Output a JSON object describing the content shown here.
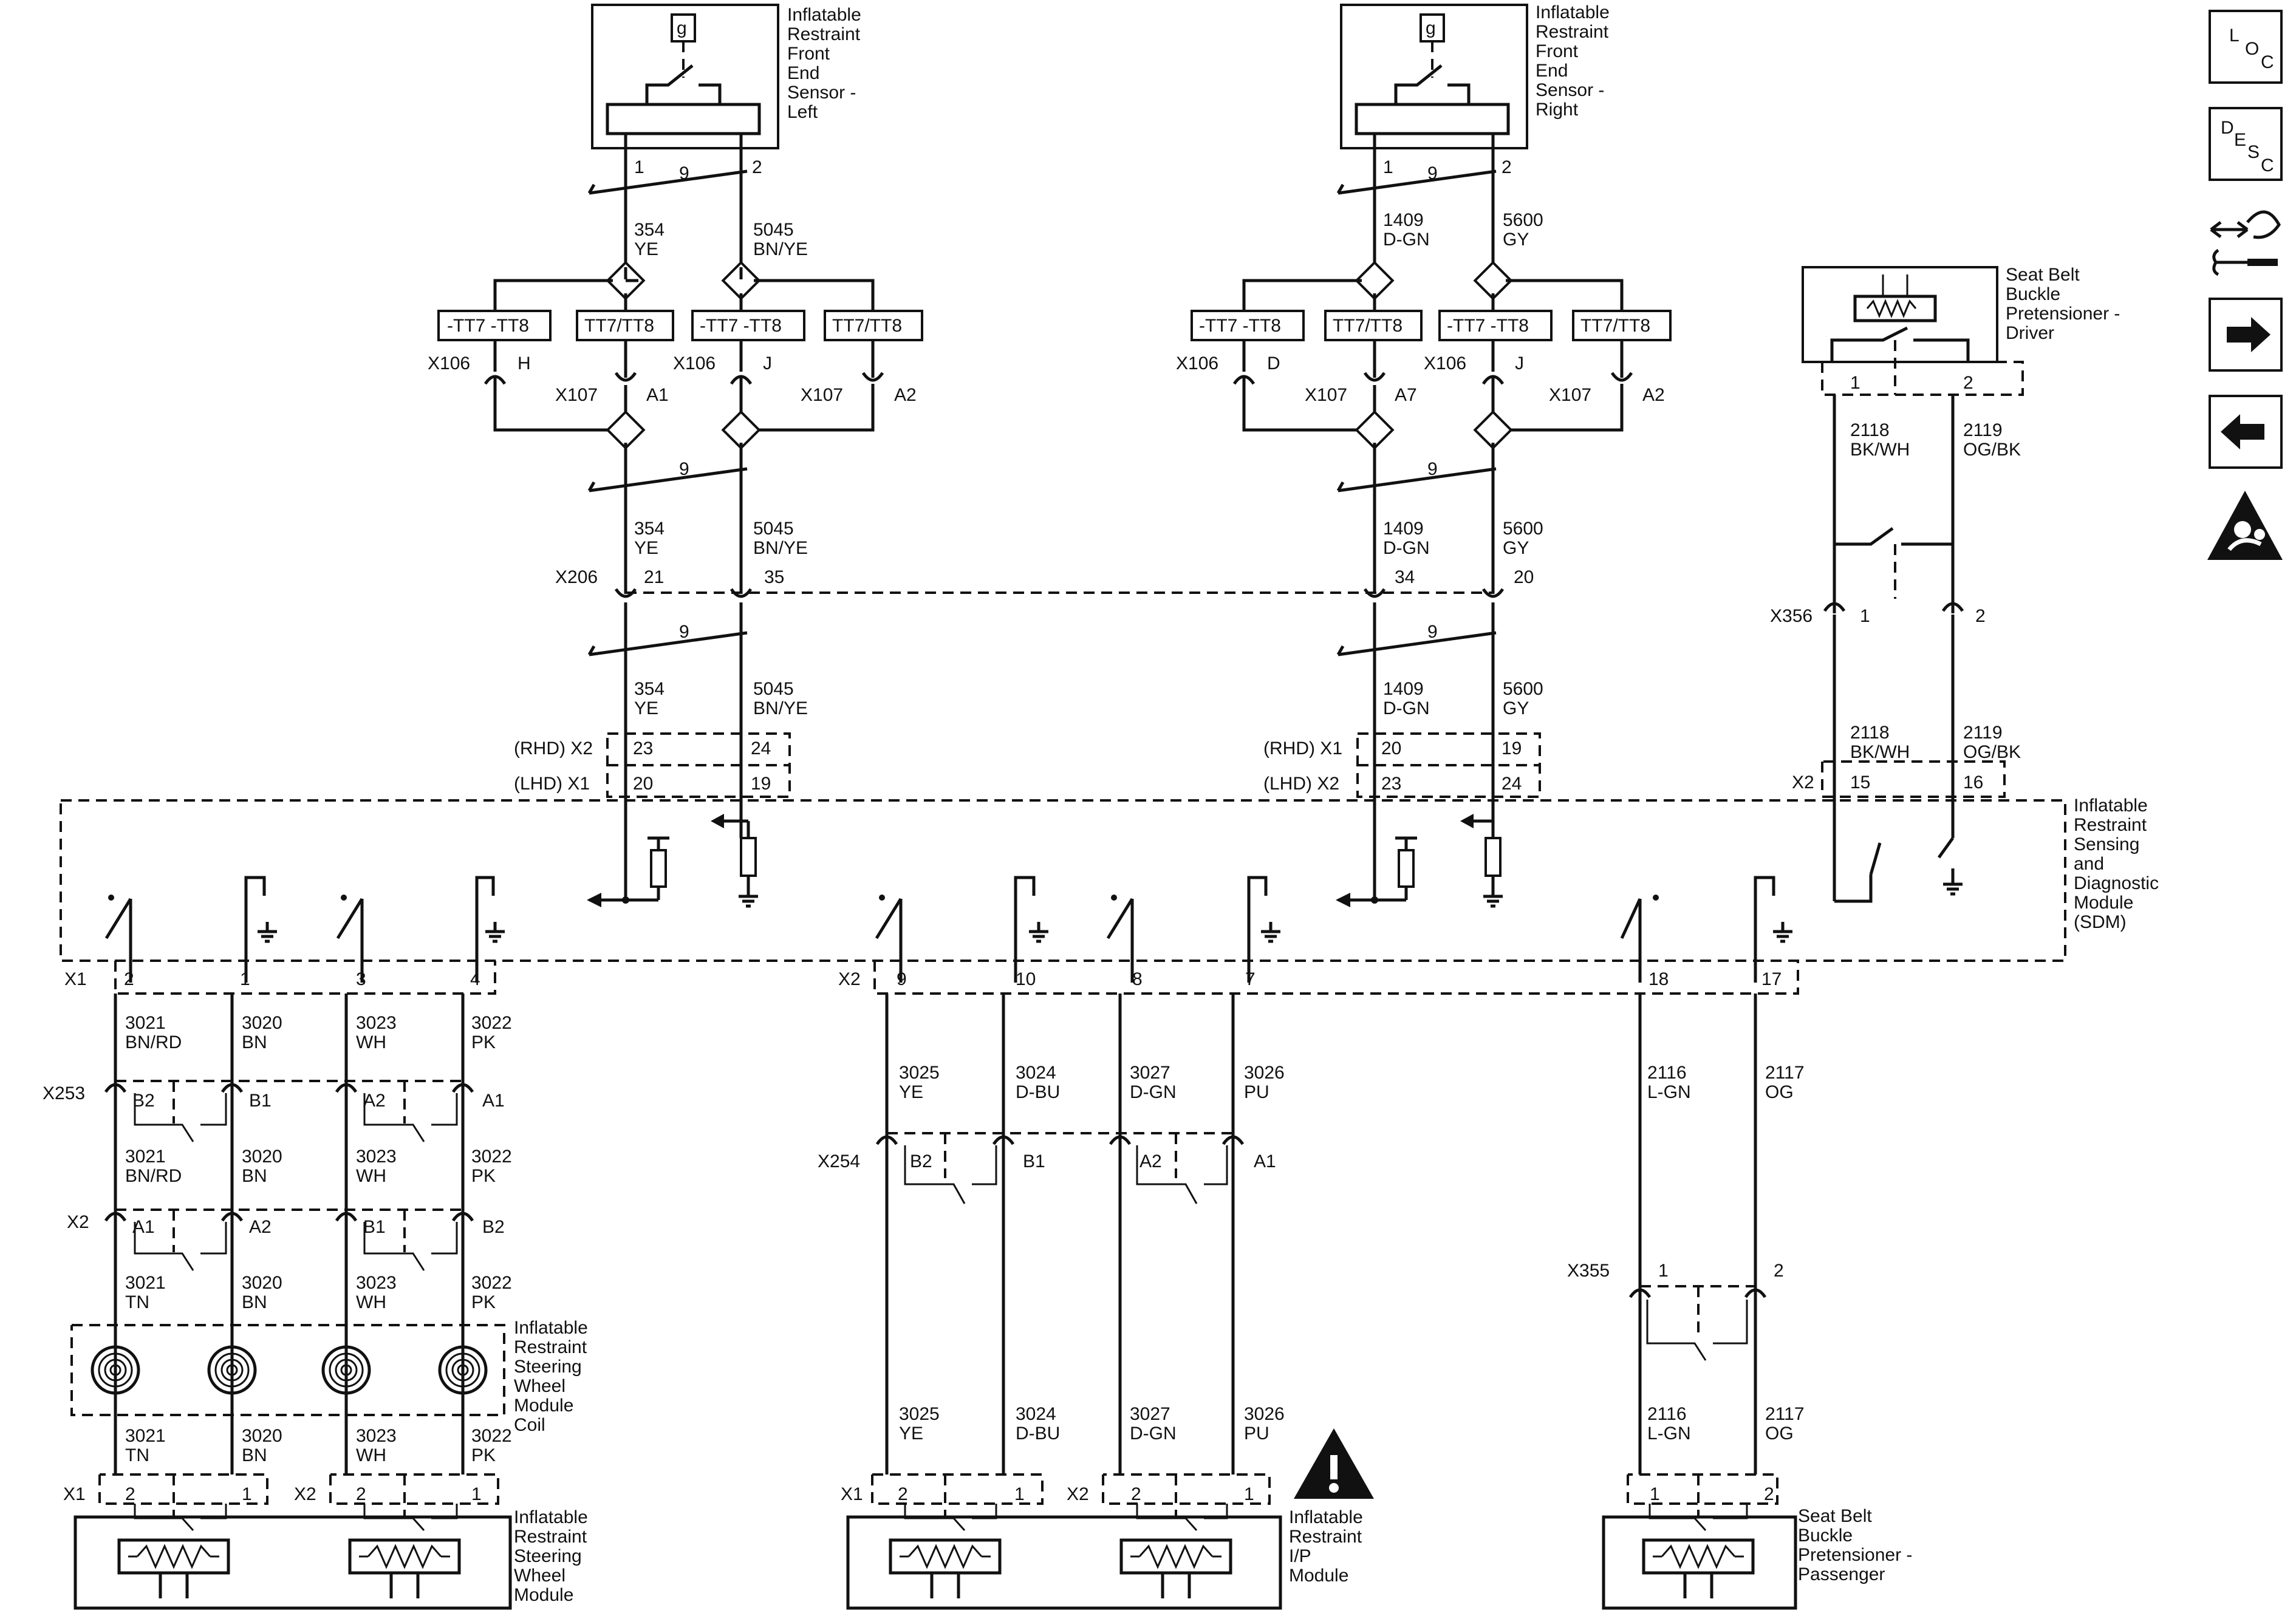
{
  "nav": {
    "loc": {
      "l": "L",
      "o": "O",
      "c": "C"
    },
    "desc": {
      "d": "D",
      "e": "E",
      "s": "S",
      "c": "C"
    }
  },
  "components": {
    "front_left": [
      "Inflatable",
      "Restraint",
      "Front",
      "End",
      "Sensor -",
      "Left"
    ],
    "front_right": [
      "Inflatable",
      "Restraint",
      "Front",
      "End",
      "Sensor -",
      "Right"
    ],
    "buckle_driver": [
      "Seat Belt",
      "Buckle",
      "Pretensioner -",
      "Driver"
    ],
    "sdm": [
      "Inflatable",
      "Restraint",
      "Sensing",
      "and",
      "Diagnostic",
      "Module",
      "(SDM)"
    ],
    "coil": [
      "Inflatable",
      "Restraint",
      "Steering",
      "Wheel",
      "Module",
      "Coil"
    ],
    "steering_module": [
      "Inflatable",
      "Restraint",
      "Steering",
      "Wheel",
      "Module"
    ],
    "ip_module": [
      "Inflatable",
      "Restraint",
      "I/P",
      "Module"
    ],
    "buckle_passenger": [
      "Seat Belt",
      "Buckle",
      "Pretensioner -",
      "Passenger"
    ]
  },
  "sensor_ground_symbol": "g",
  "twist_count": "9",
  "option_labels": {
    "not_tt": "-TT7 -TT8",
    "tt": "TT7/TT8"
  },
  "connectors": {
    "x106": "X106",
    "x107": "X107",
    "x206": "X206",
    "x356": "X356",
    "x253": "X253",
    "x254": "X254",
    "x355": "X355",
    "x1": "X1",
    "x2": "X2",
    "rhd_x2": "(RHD) X2",
    "lhd_x1": "(LHD) X1",
    "rhd_x1": "(RHD) X1",
    "lhd_x2": "(LHD) X2"
  },
  "pins": {
    "fl_1": "1",
    "fl_2": "2",
    "fr_1": "1",
    "fr_2": "2",
    "x106_h": "H",
    "x106_j_left": "J",
    "x107_a1": "A1",
    "x107_a2_left": "A2",
    "x106_d": "D",
    "x106_j_right": "J",
    "x107_a7": "A7",
    "x107_a2_right": "A2",
    "x206_21": "21",
    "x206_35": "35",
    "x206_34": "34",
    "x206_20": "20",
    "sdm_23": "23",
    "sdm_24": "24",
    "sdm_20": "20",
    "sdm_19": "19",
    "sdm_r20": "20",
    "sdm_r19": "19",
    "sdm_r23": "23",
    "sdm_r24": "24",
    "drv_1": "1",
    "drv_2": "2",
    "x356_1": "1",
    "x356_2": "2",
    "sdm_15": "15",
    "sdm_16": "16",
    "x1_2": "2",
    "x1_1": "1",
    "x1_3": "3",
    "x1_4": "4",
    "x2_9": "9",
    "x2_10": "10",
    "x2_8": "8",
    "x2_7": "7",
    "x2_18": "18",
    "x2_17": "17",
    "x253_b2": "B2",
    "x253_b1": "B1",
    "x253_a2": "A2",
    "x253_a1": "A1",
    "coil_a1": "A1",
    "coil_a2": "A2",
    "coil_b1": "B1",
    "coil_b2": "B2",
    "x254_b2": "B2",
    "x254_b1": "B1",
    "x254_a2": "A2",
    "x254_a1": "A1",
    "x355_1": "1",
    "x355_2": "2",
    "sw_x1_2": "2",
    "sw_x1_1": "1",
    "sw_x2_2": "2",
    "sw_x2_1": "1",
    "ip_x1_2": "2",
    "ip_x1_1": "1",
    "ip_x2_2": "2",
    "ip_x2_1": "1",
    "pas_1": "1",
    "pas_2": "2"
  },
  "wires": {
    "w354": {
      "num": "354",
      "color": "YE"
    },
    "w5045": {
      "num": "5045",
      "color": "BN/YE"
    },
    "w1409": {
      "num": "1409",
      "color": "D-GN"
    },
    "w5600": {
      "num": "5600",
      "color": "GY"
    },
    "w2118": {
      "num": "2118",
      "color": "BK/WH"
    },
    "w2119": {
      "num": "2119",
      "color": "OG/BK"
    },
    "w3021": {
      "num": "3021",
      "color": "BN/RD"
    },
    "w3020": {
      "num": "3020",
      "color": "BN"
    },
    "w3023": {
      "num": "3023",
      "color": "WH"
    },
    "w3022": {
      "num": "3022",
      "color": "PK"
    },
    "w3021tn": {
      "num": "3021",
      "color": "TN"
    },
    "w3025": {
      "num": "3025",
      "color": "YE"
    },
    "w3024": {
      "num": "3024",
      "color": "D-BU"
    },
    "w3027": {
      "num": "3027",
      "color": "D-GN"
    },
    "w3026": {
      "num": "3026",
      "color": "PU"
    },
    "w2116": {
      "num": "2116",
      "color": "L-GN"
    },
    "w2117": {
      "num": "2117",
      "color": "OG"
    }
  }
}
